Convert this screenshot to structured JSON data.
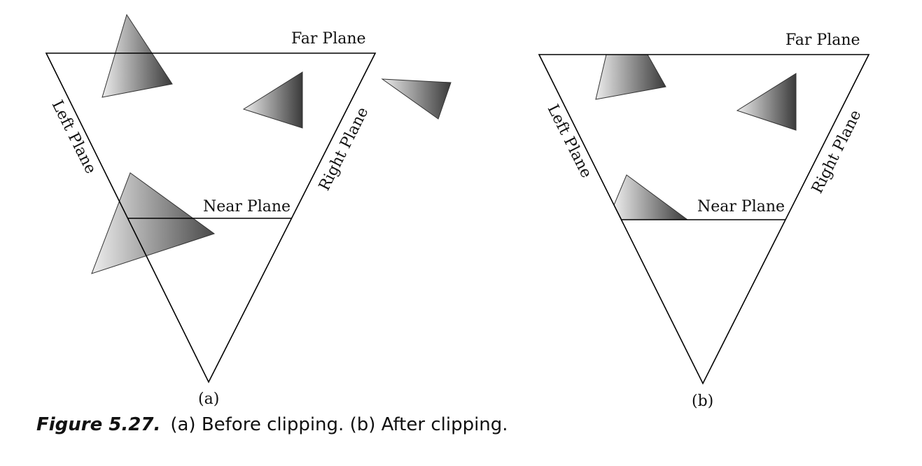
{
  "panels": [
    {
      "id": "a",
      "label": "(a)",
      "far_plane": "Far Plane",
      "near_plane": "Near Plane",
      "left_plane": "Left Plane",
      "right_plane": "Right Plane"
    },
    {
      "id": "b",
      "label": "(b)",
      "far_plane": "Far Plane",
      "near_plane": "Near Plane",
      "left_plane": "Left Plane",
      "right_plane": "Right Plane"
    }
  ],
  "caption": {
    "number": "Figure 5.27.",
    "text": "(a) Before clipping. (b) After clipping."
  },
  "colors": {
    "gradient_light": "#ececec",
    "gradient_dark": "#3a3a3a",
    "line": "#000000"
  }
}
